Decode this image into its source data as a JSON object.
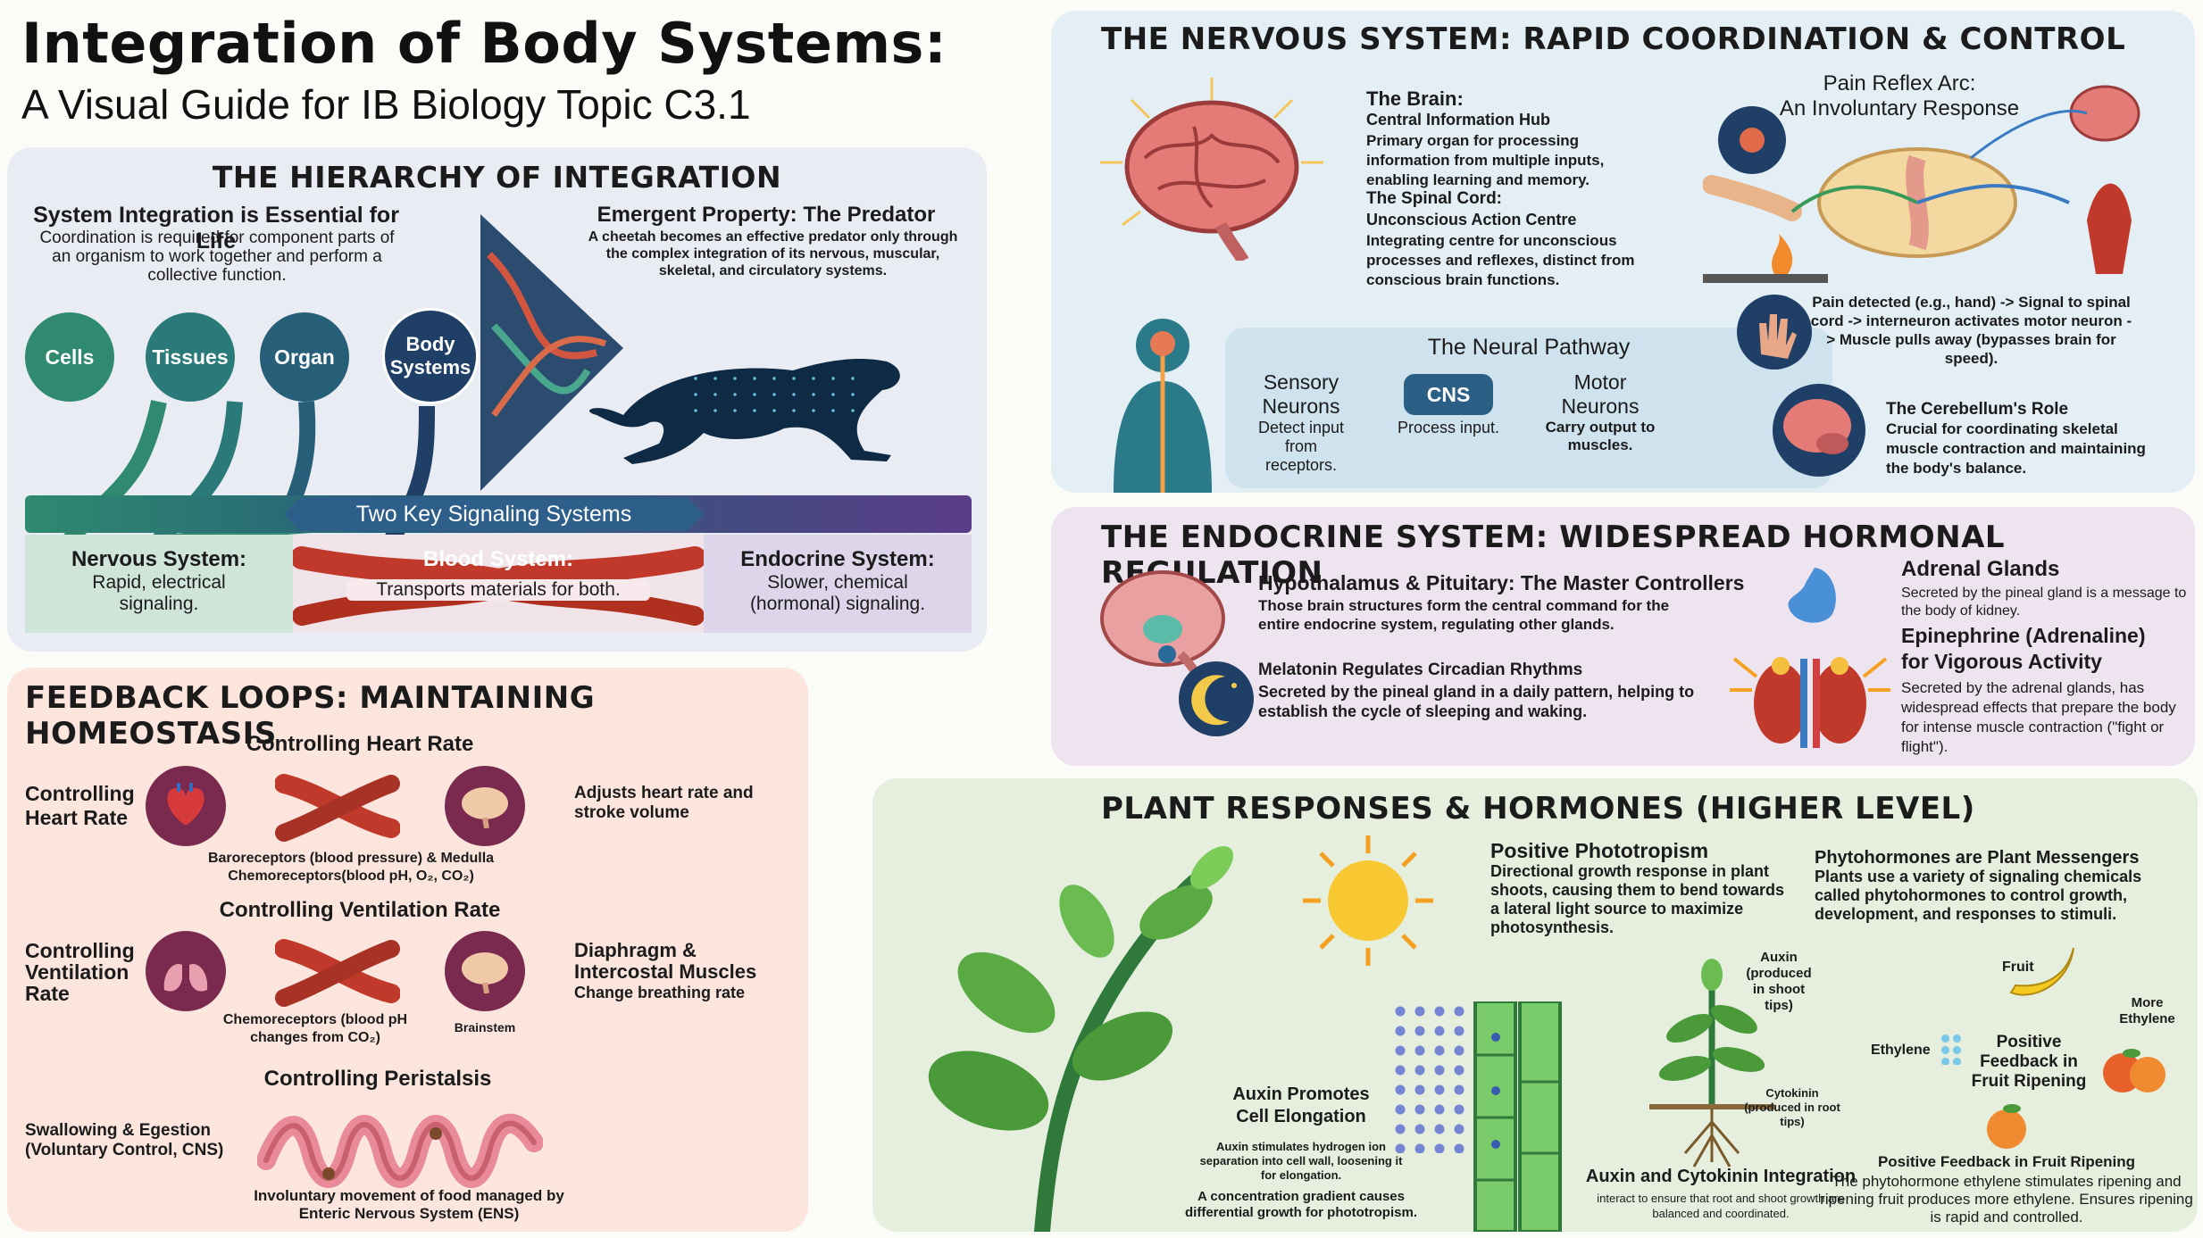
{
  "header": {
    "title": "Integration of Body Systems:",
    "subtitle": "A Visual Guide for IB Biology Topic C3.1"
  },
  "hierarchy": {
    "title": "THE HIERARCHY OF INTEGRATION",
    "intro_heading": "System Integration is Essential for Life",
    "intro_text": "Coordination is required for component parts of an organism to work together and perform a collective function.",
    "levels": [
      "Cells",
      "Tissues",
      "Organ",
      "Body Systems"
    ],
    "emergent_heading": "Emergent Property: The Predator",
    "emergent_text": "A cheetah becomes an effective predator only through the complex integration of its nervous, muscular, skeletal, and circulatory systems.",
    "signaling_banner": "Two Key Signaling Systems",
    "nervous_label": "Nervous System:",
    "nervous_text": "Rapid, electrical signaling.",
    "blood_label": "Blood System:",
    "blood_text": "Transports materials for both.",
    "endocrine_label": "Endocrine System:",
    "endocrine_text": "Slower, chemical (hormonal) signaling."
  },
  "nervous": {
    "title": "THE NERVOUS SYSTEM: RAPID COORDINATION & CONTROL",
    "brain_heading": "The Brain:",
    "brain_sub": "Central Information Hub",
    "brain_text": "Primary organ for processing information from multiple inputs, enabling learning and memory.",
    "cord_heading": "The Spinal Cord:",
    "cord_sub": "Unconscious Action Centre",
    "cord_text": "Integrating centre for unconscious processes and reflexes, distinct from conscious brain functions.",
    "pathway_title": "The Neural Pathway",
    "sensory_label": "Sensory Neurons",
    "sensory_text": "Detect input from receptors.",
    "cns_label": "CNS",
    "cns_text": "Process input.",
    "motor_label": "Motor Neurons",
    "motor_text": "Carry output to muscles.",
    "reflex_heading": "Pain Reflex Arc:",
    "reflex_sub": "An Involuntary Response",
    "reflex_text": "Pain detected (e.g., hand) -> Signal to spinal cord -> interneuron activates motor neuron -> Muscle pulls away (bypasses brain for speed).",
    "cerebellum_heading": "The Cerebellum's Role",
    "cerebellum_text": "Crucial for coordinating skeletal muscle contraction and maintaining the body's balance."
  },
  "endocrine": {
    "title": "THE ENDOCRINE SYSTEM: WIDESPREAD HORMONAL REGULATION",
    "hypo_heading": "Hypothalamus & Pituitary: The Master Controllers",
    "hypo_text": "Those brain structures form the central command for the entire endocrine system, regulating other glands.",
    "melatonin_heading": "Melatonin Regulates Circadian Rhythms",
    "melatonin_text": "Secreted by the pineal gland in a daily pattern, helping to establish the cycle of sleeping and waking.",
    "adrenal_heading": "Adrenal Glands",
    "adrenal_text": "Secreted by the pineal gland is a message to the body of kidney.",
    "epi_heading": "Epinephrine (Adrenaline) for Vigorous Activity",
    "epi_text": "Secreted by the adrenal glands, has widespread effects that prepare the body for intense muscle contraction (\"fight or flight\")."
  },
  "feedback": {
    "title": "FEEDBACK LOOPS: MAINTAINING HOMEOSTASIS",
    "heart_heading": "Controlling Heart Rate",
    "heart_left": "Controlling Heart Rate",
    "heart_right": "Adjusts heart rate and stroke volume",
    "heart_caption_1": "Baroreceptors (blood pressure) & Medulla",
    "heart_caption_2": "Chemoreceptors(blood pH, O₂, CO₂)",
    "vent_heading": "Controlling Ventilation Rate",
    "vent_left": "Controlling Ventilation Rate",
    "vent_right_1": "Diaphragm & Intercostal Muscles",
    "vent_right_2": "Change breathing rate",
    "vent_caption": "Chemoreceptors (blood pH changes from CO₂)",
    "vent_brainstem": "Brainstem",
    "peri_heading": "Controlling Peristalsis",
    "peri_left": "Swallowing & Egestion (Voluntary Control, CNS)",
    "peri_caption": "Involuntary movement of food managed by Enteric Nervous System (ENS)"
  },
  "plant": {
    "title": "PLANT RESPONSES & HORMONES (HIGHER LEVEL)",
    "photo_heading": "Positive Phototropism",
    "photo_text": "Directional growth response in plant shoots, causing them to bend towards a lateral light source to maximize photosynthesis.",
    "phyto_heading": "Phytohormones are Plant Messengers",
    "phyto_text": "Plants use a variety of signaling chemicals called phytohormones to control growth, development, and responses to stimuli.",
    "auxin_heading": "Auxin Promotes Cell Elongation",
    "auxin_text_1": "Auxin stimulates hydrogen ion separation into cell wall, loosening it for elongation.",
    "auxin_text_2": "A concentration gradient causes differential growth for phototropism.",
    "auxin_label": "Auxin (produced in shoot tips)",
    "cyto_label": "Cytokinin (produced in root tips)",
    "integ_heading": "Auxin and Cytokinin Integration",
    "integ_text": "interact to ensure that root and shoot growth are balanced and coordinated.",
    "fruit_label": "Fruit",
    "ethylene_label": "Ethylene",
    "more_ethylene": "More Ethylene",
    "pos_feedback_label": "Positive Feedback in Fruit Ripening",
    "ripen_heading": "Positive Feedback in Fruit Ripening",
    "ripen_text": "The phytohormone ethylene stimulates ripening and ripening fruit produces more ethylene. Ensures ripening is rapid and controlled."
  },
  "colors": {
    "teal": "#2f8a70",
    "navy": "#1f3f66",
    "purple": "#5b3d88",
    "maroon": "#7a2a4e",
    "blood_red": "#c0392b"
  }
}
